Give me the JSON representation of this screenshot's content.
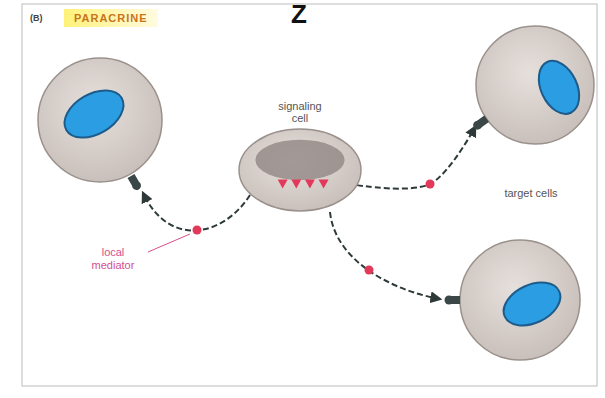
{
  "diagram": {
    "title": "PARACRINE",
    "nodes": [
      {
        "text": [
          "signaling cell"
        ]
      },
      {
        "text": [
          "target cells"
        ]
      }
    ],
    "edges": [
      {
        "from": 0,
        "to": 1,
        "arrow": "to"
      }
    ],
    "labels": [
      "(B)",
      "Z",
      "local mediator"
    ]
  }
}
